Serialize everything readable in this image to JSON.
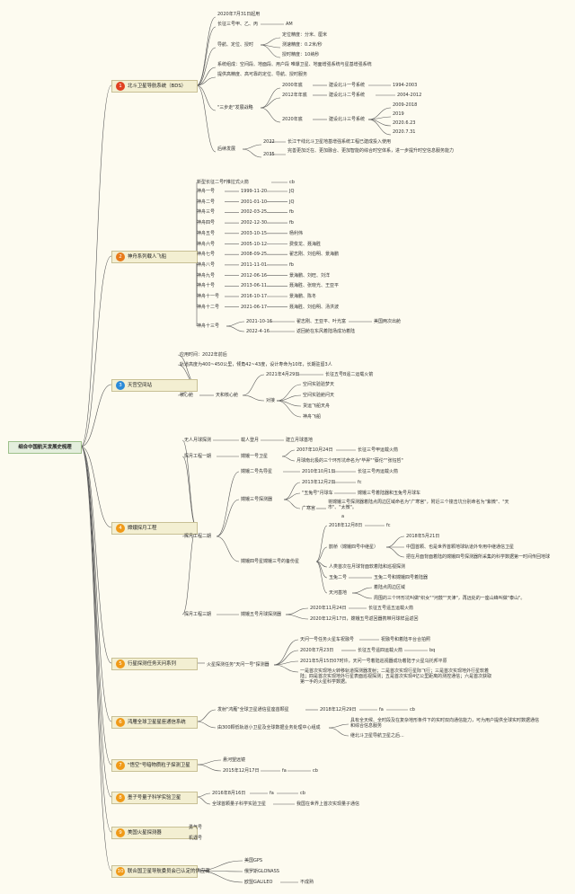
{
  "root": "细合中国航天发展史梳理",
  "categories": [
    {
      "num": "1",
      "color": "#e04020",
      "label": "北斗卫星导航系统（BDS）"
    },
    {
      "num": "2",
      "color": "#e87a1a",
      "label": "神舟系列载人飞船"
    },
    {
      "num": "3",
      "color": "#2b8ad8",
      "label": "天宫空间站"
    },
    {
      "num": "4",
      "color": "#f09a18",
      "label": "嫦娥探月工程"
    },
    {
      "num": "5",
      "color": "#f09a18",
      "label": "行星探测任务天问系列"
    },
    {
      "num": "6",
      "color": "#f09a18",
      "label": "鸿雁全球卫星星座通信系统"
    },
    {
      "num": "7",
      "color": "#f09a18",
      "label": "\"悟空\"号暗物质粒子探测卫星"
    },
    {
      "num": "8",
      "color": "#f09a18",
      "label": "墨子号量子科学实验卫星"
    },
    {
      "num": "9",
      "color": "#f09a18",
      "label": "美国火星探测器"
    },
    {
      "num": "10",
      "color": "#f09a18",
      "label": "联合国卫星导航委员会已认定的供应商"
    }
  ],
  "bds": {
    "t1": "2020年7月31日起用",
    "t2": "长征三号甲、乙、丙",
    "t2r": "AM",
    "nav": "导航、定位、授时",
    "nav1": "定位精度：分米、厘米",
    "nav2": "测速精度：0.2米/秒",
    "nav3": "授时精度：10纳秒",
    "t4": "系统组成：空间段、地面段、用户段 唯爆卫星、地面增强系统与星基增强系统",
    "t5": "提供高精度、高可靠的定位、导航、授时服务",
    "sanbu": "\"三步走\"发展战略",
    "s1": "2000年底",
    "s1a": "建设北斗一号系统",
    "s1b": "1994-2003",
    "s2": "2012年年底",
    "s2a": "建设北斗二号系统",
    "s2b": "2004-2012",
    "s3": "2020年底",
    "s3a": "建设北斗三号系统",
    "s3b": "2009-2018",
    "s3c": "2019",
    "s3d": "2020.6.23",
    "s3e": "2020.7.31",
    "later": "后续发展",
    "l1": "2022",
    "l1t": "长江干线北斗卫星地基增强系统工程已建成投入使用",
    "l2": "2035",
    "l2t": "完善更加泛在、更加融合、更加智能的综合时空体系，进一步提升时空信息服务能力"
  },
  "shenzhou": {
    "rocket": "新型长征二号F推拉式火箭",
    "rocketr": "cb",
    "rows": [
      {
        "n": "神舟一号",
        "d": "1999-11-20",
        "x": "JQ"
      },
      {
        "n": "神舟二号",
        "d": "2001-01-10",
        "x": "JQ"
      },
      {
        "n": "神舟三号",
        "d": "2002-03-25",
        "x": "fb"
      },
      {
        "n": "神舟四号",
        "d": "2002-12-30",
        "x": "fb"
      },
      {
        "n": "神舟五号",
        "d": "2003-10-15",
        "x": "杨利伟"
      },
      {
        "n": "神舟六号",
        "d": "2005-10-12",
        "x": "费俊龙、聂海胜"
      },
      {
        "n": "神舟七号",
        "d": "2008-09-25",
        "x": "翟志刚、刘伯明、景海鹏"
      },
      {
        "n": "神舟八号",
        "d": "2011-11-01",
        "x": "fb"
      },
      {
        "n": "神舟九号",
        "d": "2012-06-16",
        "x": "景海鹏、刘旺、刘洋"
      },
      {
        "n": "神舟十号",
        "d": "2013-06-11",
        "x": "聂海胜、张晓光、王亚平"
      },
      {
        "n": "神舟十一号",
        "d": "2016-10-17",
        "x": "景海鹏、陈冬"
      },
      {
        "n": "神舟十二号",
        "d": "2021-06-17",
        "x": "聂海胜、刘伯明、汤洪波"
      }
    ],
    "n13": "神舟十三号",
    "n13a": "2021-10-16",
    "n13ax": "翟志刚、王亚平、叶光富",
    "n13ay": "美国两次出舱",
    "n13b": "2022-4-16",
    "n13bx": "返回舱在东风着陆场成功着陆"
  },
  "tiangong": {
    "t1": "应用时间：2022年前后",
    "t2": "轨道高度为400~450公里，倾角42~43度，设计寿命为10年，长期驻留3人",
    "t3": "核心舱",
    "dock": "天和核心舱",
    "d1": "2021年4月29日",
    "d1t": "长征五号B遥二运载火箭",
    "dock2": "对接",
    "d2a": "空间实验验梦天",
    "d2b": "空间实验舱问天",
    "d2c": "货运飞船天舟",
    "d2d": "神舟飞船"
  },
  "change": {
    "a": "无人月球探测",
    "a1": "载人登月",
    "a2": "建立月球基地",
    "p1": "探月工程一期",
    "p1a": "嫦娥一号卫星",
    "p1b": "2007年10月24日",
    "p1c": "长征三号甲运载火箭",
    "p1d": "月球南北极的三个环形坑命名为\"毕昇\"\"蔡伦\"\"张钰哲\"",
    "p2": "探月工程二期",
    "c2": "嫦娥二号先导星",
    "c2a": "2010年10月1日",
    "c2b": "长征三号丙运载火箭",
    "c3": "嫦娥三号探测器",
    "c3a": "2013年12月2日",
    "c3ar": "fc",
    "c3b": "\"玉兔号\"月球车",
    "c3bx": "嫦娥三号着陆器和玉兔号月球车",
    "c3c": "广寒宫",
    "c3cx": "将嫦娥三号探测器着陆点周边区域命名为\"广寒宫\"，附近三个撞击坑分别命名为\"紫微\"、\"天市\"、\"太微\"。",
    "c3cy": "a",
    "c4": "嫦娥四号星嫦娥三号的备份星",
    "c4a": "2018年12月8日",
    "c4ar": "fc",
    "c4b": "鹊桥（嫦娥四号中继星）",
    "c4b1": "2018年5月21日",
    "c4b2": "中国首颗、也是世界首颗地球轨道外专用中继通信卫星",
    "c4b3": "把在月面背面着陆的嫦娥四号探测器所采集的科学数据第一时间传回地球",
    "c4c": "人类首次在月球背面软着陆和巡视探测",
    "c4d": "玉兔二号",
    "c4dx": "玉兔二号和嫦娥四号着陆器",
    "c4e": "天河基地",
    "c4e1": "着陆点周边区域",
    "c4e2": "周围的三个环形坑叫做\"织女\"\"河鼓\"\"天津\"，再远处的一座山峰叫做\"泰山\"。",
    "p3": "探月工程三期",
    "c5": "嫦娥五号月球探测器",
    "c5a": "2020年11月24日",
    "c5ax": "长征五号遥五运载火箭",
    "c5b": "2020年12月17日，嫦娥五号返回器携带月球样品返回"
  },
  "tianwen": {
    "mission": "火星探测任务\"天问一号\"探测器",
    "m1": "天问一号任务火星车祝融号",
    "m1x": "祝融号和着陆平台合拍照",
    "m2": "2020年7月23日",
    "m2x": "长征五号遥四运载火箭",
    "m2r": "bq",
    "m3": "2021年5月15日07时许，天问一号着陆巡视器成功着陆于火星乌托邦平原",
    "m4": "一是首次实现地火转移轨道探测器发射；二是首次实现行星际飞行；三是首次实现地外行星软着陆；四是首次实现地外行星表面巡视探测；五是首次实现4亿公里距离的测控通信；六是首次获取第一手的火星科学数据。"
  },
  "hongyan": {
    "h1": "发射\"鸿雁\"全球卫星通信星座首颗星",
    "h1d": "2018年12月29日",
    "h1r1": "fa",
    "h1r2": "cb",
    "h2": "由300颗低轨道小卫星及全球数据业务处理中心组成",
    "h2a": "具有全天候、全时段及在复杂地形条件下的实时双向通信能力，可为用户提供全球实时数据通信和综合信息服务",
    "h2b": "继北斗卫星导航卫星之后..."
  },
  "wukong": {
    "w1": "悬河望远镜",
    "w2": "2015年12月17日",
    "w2a": "fa",
    "w2b": "cb"
  },
  "mozi": {
    "m1": "2016年8月16日",
    "m1a": "fa",
    "m1b": "cb",
    "m2": "全球首颗量子科学实验卫星",
    "m2a": "我国在世界上首次实现量子通信"
  },
  "usmars": {
    "a": "勇气号",
    "b": "机遇号"
  },
  "providers": {
    "a": "美国GPS",
    "b": "俄罗斯GLONASS",
    "c": "欧盟GALILEO",
    "cr": "不成熟"
  }
}
